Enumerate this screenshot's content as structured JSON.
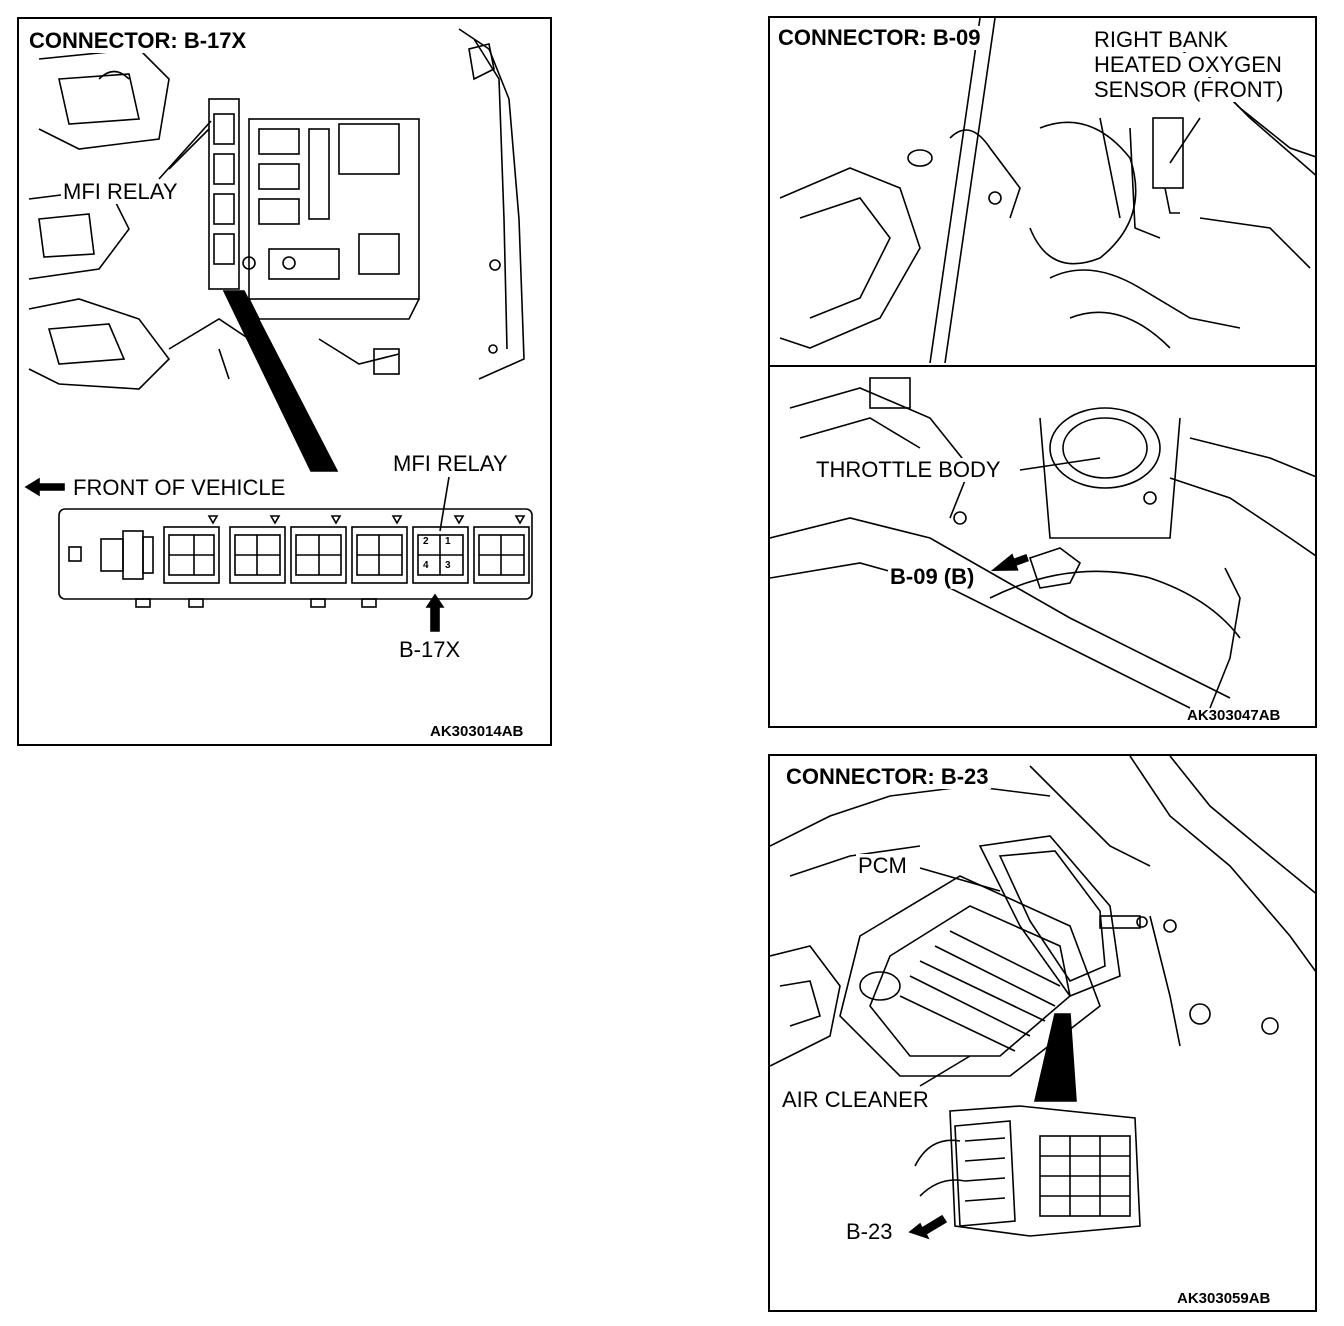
{
  "panels": {
    "b17x": {
      "title": "CONNECTOR: B-17X",
      "mfi_relay_top": "MFI RELAY",
      "front_of_vehicle": "FRONT OF VEHICLE",
      "mfi_relay_detail": "MFI RELAY",
      "connector_callout": "B-17X",
      "code": "AK303014AB",
      "relay_pins": [
        "2",
        "1",
        "4",
        "3"
      ]
    },
    "b09": {
      "title": "CONNECTOR: B-09",
      "sensor_label_1": "RIGHT BANK",
      "sensor_label_2": "HEATED OXYGEN",
      "sensor_label_3": "SENSOR (FRONT)",
      "throttle_body": "THROTTLE BODY",
      "connector_callout": "B-09 (B)",
      "code": "AK303047AB"
    },
    "b23": {
      "title": "CONNECTOR: B-23",
      "pcm": "PCM",
      "air_cleaner": "AIR CLEANER",
      "connector_callout": "B-23",
      "code": "AK303059AB"
    }
  }
}
